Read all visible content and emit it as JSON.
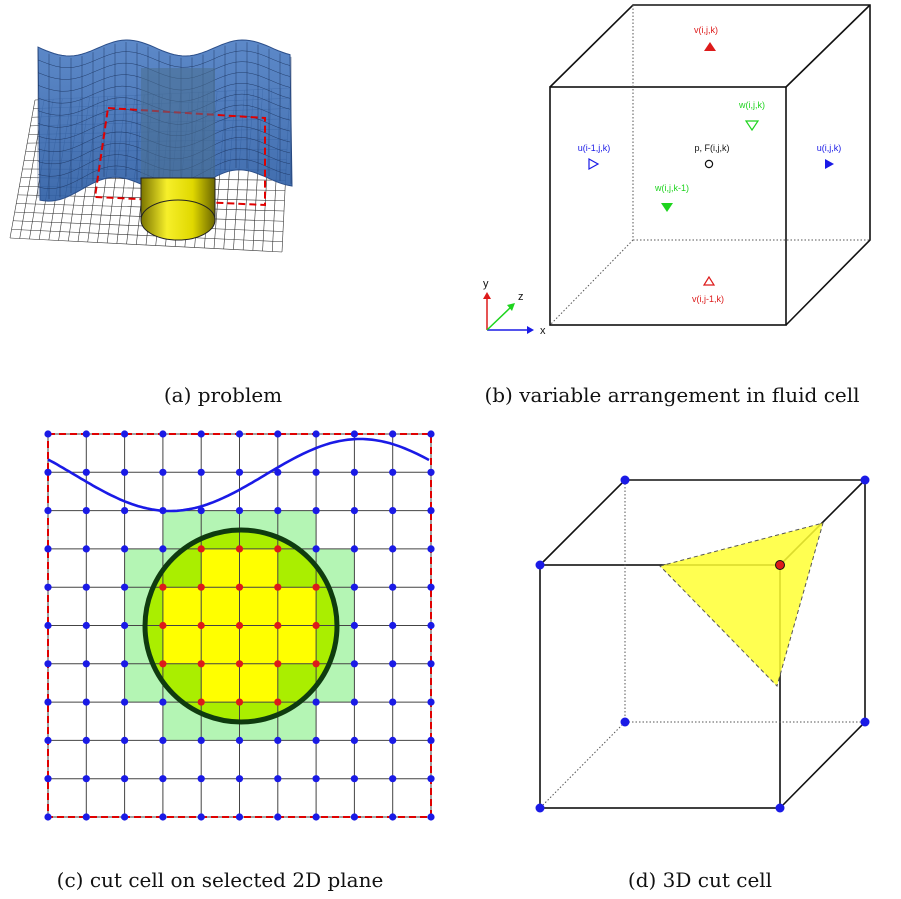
{
  "panels": {
    "a": {
      "caption": "(a) problem"
    },
    "b": {
      "caption": "(b) variable arrangement in fluid cell",
      "labels": {
        "v_top": "v(i,j,k)",
        "w_back": "w(i,j,k)",
        "u_left": "u(i-1,j,k)",
        "p_center": "p, F(i,j,k)",
        "u_right": "u(i,j,k)",
        "w_front": "w(i,j,k-1)",
        "v_bottom": "v(i,j-1,k)"
      },
      "axes": {
        "x": "x",
        "y": "y",
        "z": "z"
      }
    },
    "c": {
      "caption": "(c) cut cell on selected 2D plane"
    },
    "d": {
      "caption": "(d) 3D cut cell"
    }
  },
  "colors": {
    "blue_surface": "#3f6fb5",
    "cylinder": "#e8e000",
    "red_marker": "#dd1a1a",
    "blue_marker": "#1a1ae6",
    "green_marker": "#1ed41e",
    "light_green": "#b4f5b4",
    "yellow": "#ffff00",
    "lime": "#aaee00",
    "circle_outline": "#0f3b0f",
    "curve": "#1a1ae6"
  }
}
